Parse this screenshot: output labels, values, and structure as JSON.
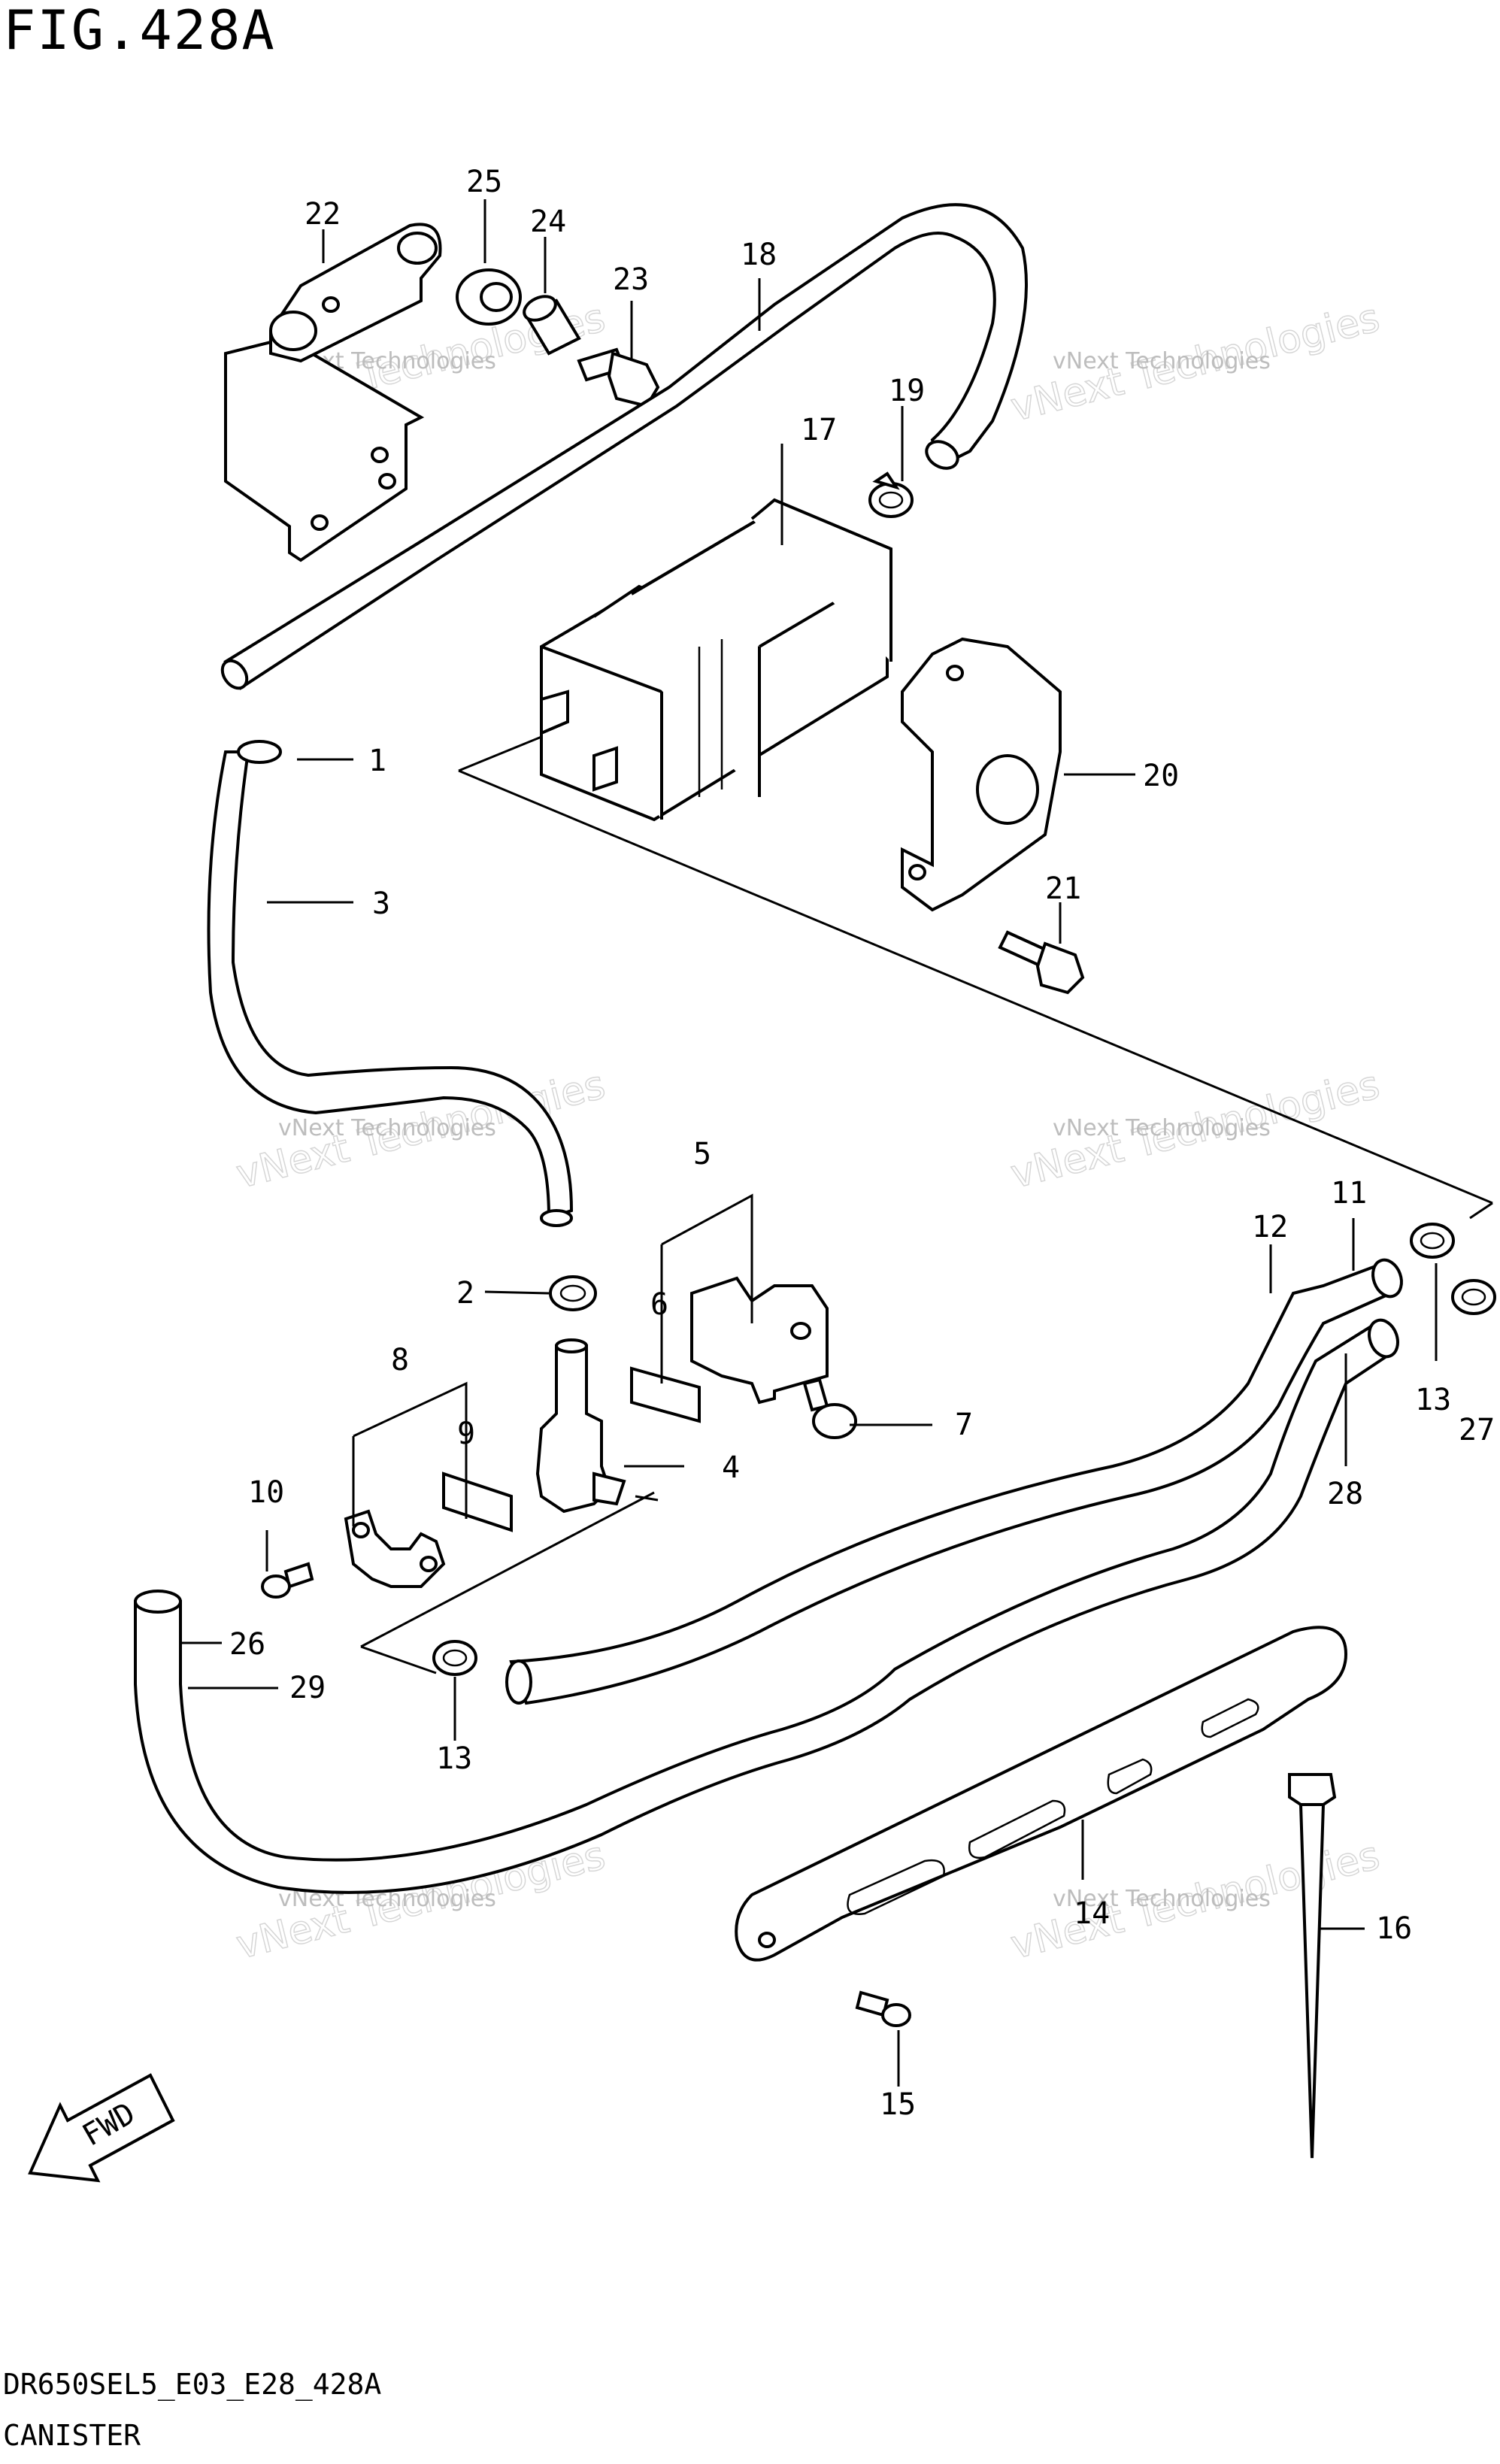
{
  "figure": {
    "title": "FIG.428A",
    "code": "DR650SEL5_E03_E28_428A",
    "subtitle": "CANISTER"
  },
  "callouts": [
    "1",
    "2",
    "3",
    "4",
    "5",
    "6",
    "7",
    "8",
    "9",
    "10",
    "11",
    "12",
    "13",
    "13",
    "14",
    "15",
    "16",
    "17",
    "18",
    "19",
    "20",
    "21",
    "22",
    "23",
    "24",
    "25",
    "26",
    "27",
    "28",
    "29"
  ],
  "watermark": {
    "line1": "vNext Technologies",
    "line2": "vNext Technologies"
  },
  "fwd_label": "FWD"
}
